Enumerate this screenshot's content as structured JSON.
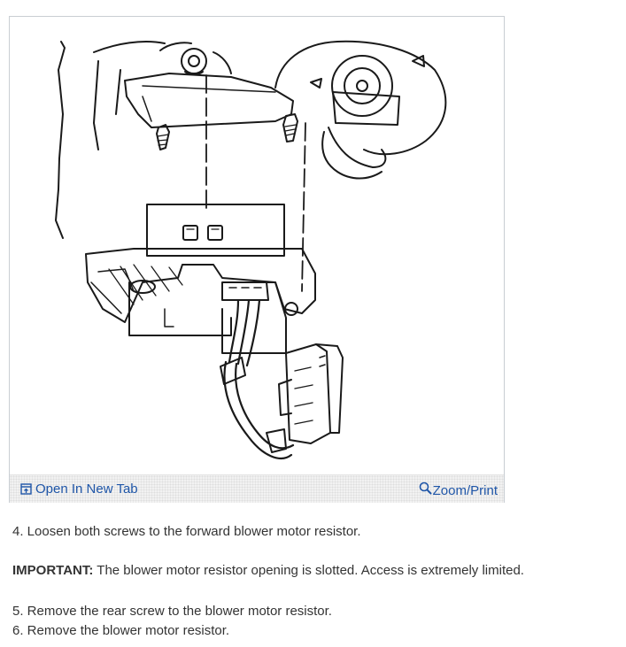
{
  "figure": {
    "open_tab_label": "Open In New Tab",
    "zoom_label": "Zoom/Print",
    "link_color": "#1f56a8"
  },
  "steps": {
    "step4": "4. Loosen both screws to the forward blower motor resistor.",
    "important_label": "IMPORTANT:",
    "important_text": " The blower motor resistor opening is slotted. Access is extremely limited.",
    "step5": "5. Remove the rear screw to the blower motor resistor.",
    "step6": "6. Remove the blower motor resistor."
  },
  "icons": {
    "open_tab": "open-new-tab-icon",
    "zoom": "magnifier-icon"
  }
}
